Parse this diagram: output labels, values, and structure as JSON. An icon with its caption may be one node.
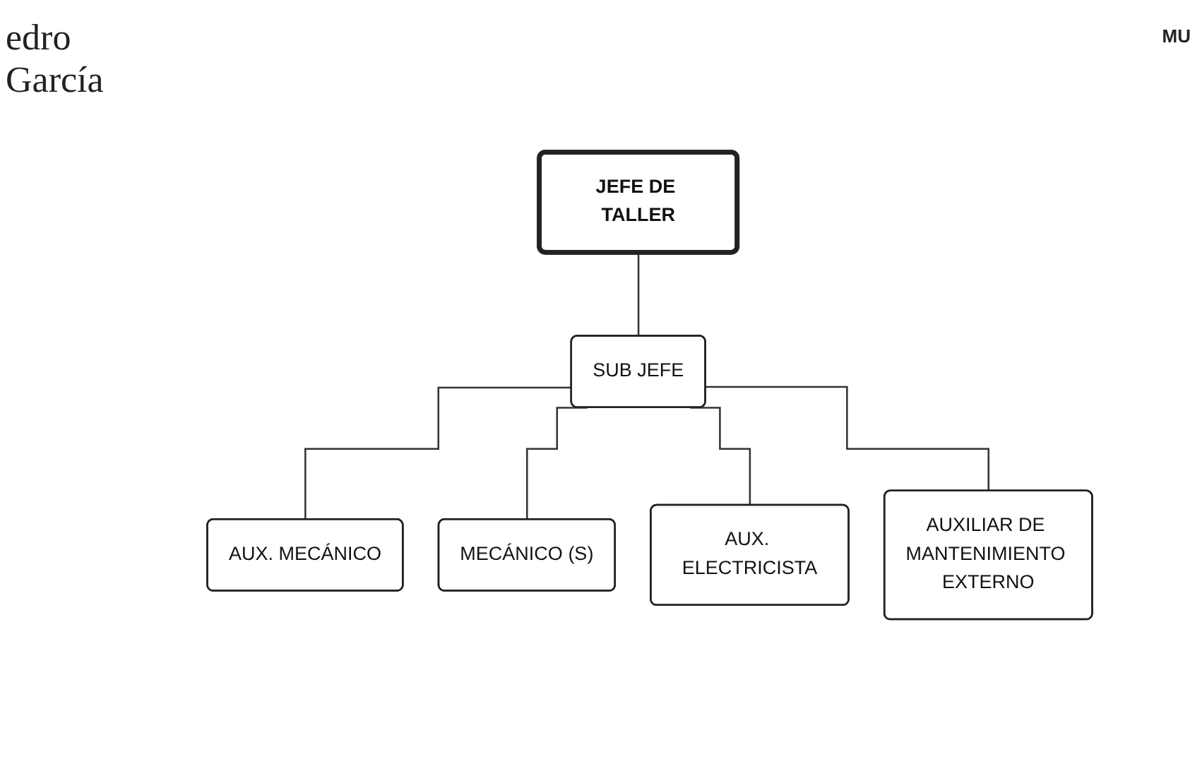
{
  "diagram": {
    "nodes": [
      {
        "text": [
          "JEFE DE TALLER"
        ]
      },
      {
        "text": [
          "SUB JEFE"
        ]
      },
      {
        "text": [
          "AUX. MECÁNICO"
        ]
      },
      {
        "text": [
          "MECÁNICO (S)"
        ]
      },
      {
        "text": [
          "AUX. ELECTRICISTA"
        ]
      },
      {
        "text": [
          "AUXILIAR DE MANTENIMIENTO EXTERNO"
        ]
      }
    ],
    "edges": [
      {
        "from": 0,
        "to": 1,
        "arrow": "none"
      },
      {
        "from": 1,
        "to": 2,
        "arrow": "none"
      },
      {
        "from": 1,
        "to": 3,
        "arrow": "none"
      },
      {
        "from": 1,
        "to": 4,
        "arrow": "none"
      },
      {
        "from": 1,
        "to": 5,
        "arrow": "none"
      }
    ],
    "labels": [
      "edro García",
      "MU"
    ]
  }
}
